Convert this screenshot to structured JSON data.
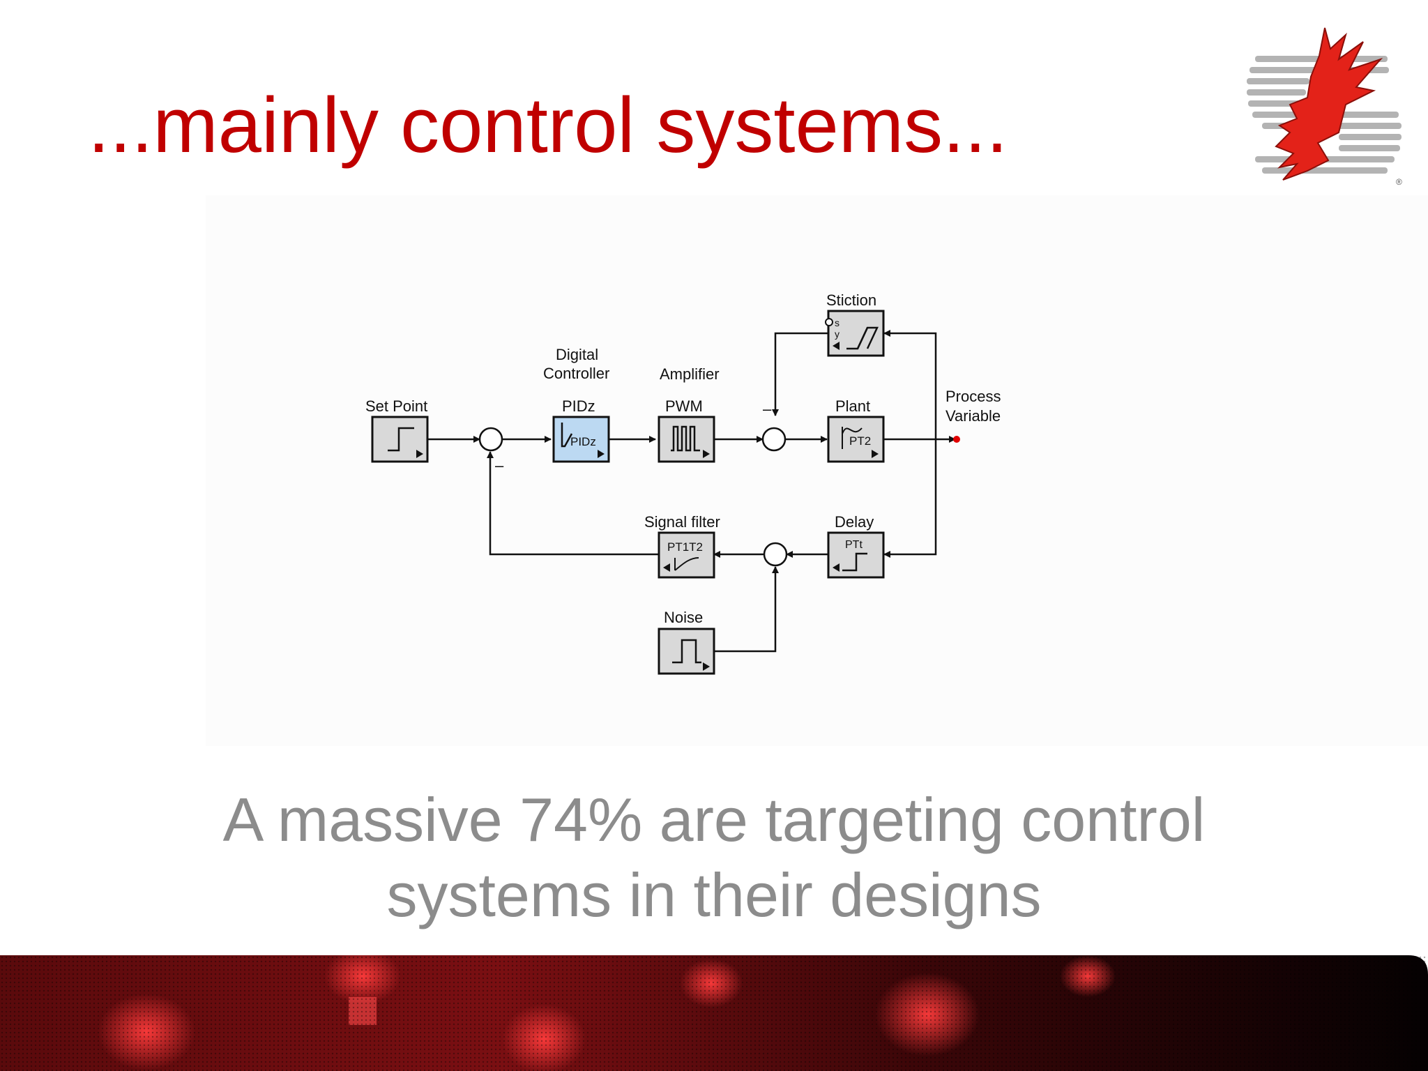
{
  "slide": {
    "title": "...mainly control systems...",
    "caption_line1": "A massive 74% are targeting control",
    "caption_line2": "systems in their designs"
  },
  "logo": {
    "icon": "eagle-logo-icon",
    "mark": "®"
  },
  "diagram": {
    "blocks": {
      "set_point": {
        "label": "Set Point"
      },
      "pidz": {
        "title_line1": "Digital",
        "title_line2": "Controller",
        "label": "PIDz",
        "glyph": "PIDz"
      },
      "pwm": {
        "title": "Amplifier",
        "label": "PWM"
      },
      "plant": {
        "label": "Plant",
        "glyph": "PT2"
      },
      "stiction": {
        "label": "Stiction",
        "port_s": "s",
        "port_y": "y"
      },
      "signal_filter": {
        "label": "Signal filter",
        "glyph": "PT1T2"
      },
      "delay": {
        "label": "Delay",
        "glyph": "PTt"
      },
      "noise": {
        "label": "Noise"
      }
    },
    "output": {
      "line1": "Process",
      "line2": "Variable"
    },
    "sum_signs": {
      "minus": "–"
    }
  },
  "colors": {
    "title": "#c00000",
    "caption": "#8c8c8c",
    "highlight_block": "#bcd9f2",
    "block": "#d9d9d9",
    "output_dot": "#e00000"
  }
}
